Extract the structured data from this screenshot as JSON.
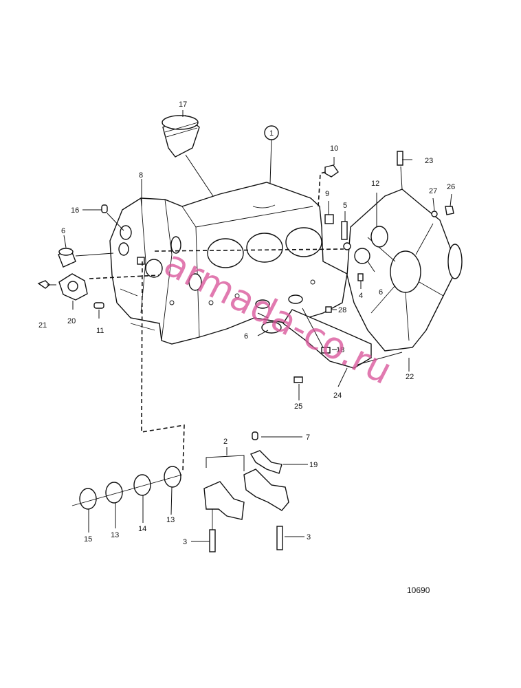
{
  "labels": {
    "l1": "1",
    "l2": "2",
    "l3a": "3",
    "l3b": "3",
    "l4": "4",
    "l5": "5",
    "l6a": "6",
    "l6b": "6",
    "l6c": "6",
    "l7": "7",
    "l8": "8",
    "l9": "9",
    "l10": "10",
    "l11": "11",
    "l12": "12",
    "l13a": "13",
    "l13b": "13",
    "l14": "14",
    "l15": "15",
    "l16": "16",
    "l17": "17",
    "l18": "18",
    "l19": "19",
    "l20": "20",
    "l21": "21",
    "l22": "22",
    "l23": "23",
    "l24": "24",
    "l25": "25",
    "l26": "26",
    "l27": "27",
    "l28": "28"
  },
  "reference_number": "10690",
  "watermark": "armada-co.ru",
  "colors": {
    "line": "#111111",
    "watermark": "#d9569a",
    "background": "#ffffff"
  }
}
